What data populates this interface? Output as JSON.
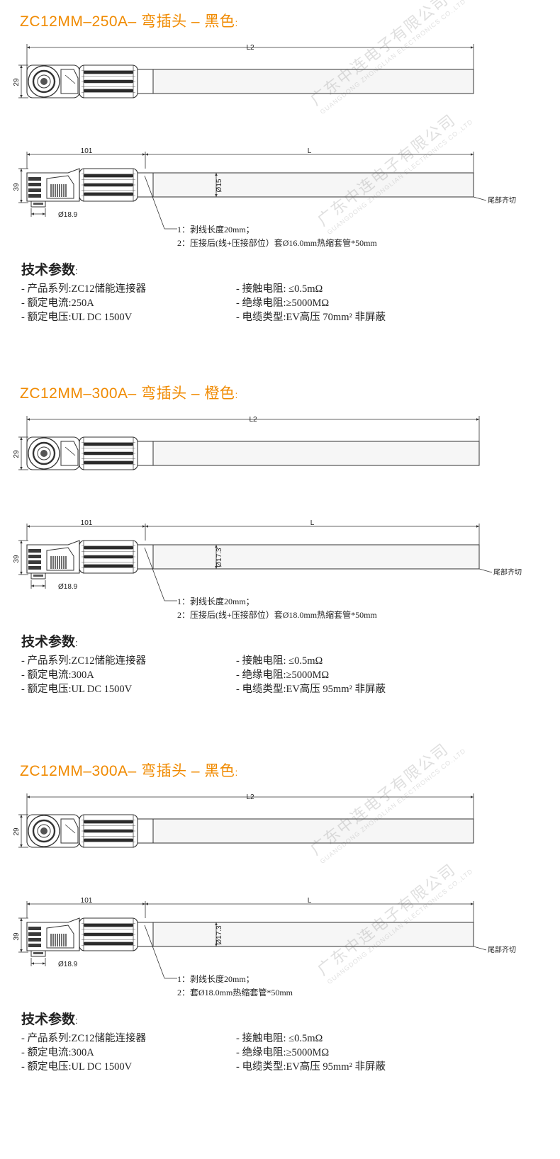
{
  "sections": [
    {
      "title": "ZC12MM–250A–  弯插头  –  黑色",
      "title_colon": ":",
      "dims": {
        "l2": "L2",
        "l": "L",
        "d29": "29",
        "d39": "39",
        "d101": "101",
        "diam_cable": "Ø15",
        "diam_plug": "Ø18.9",
        "tail": "尾部齐切"
      },
      "notes": [
        "1：剥线长度20mm；",
        "2：压接后(线+压接部位）套Ø16.0mm热缩套管*50mm"
      ],
      "spec_title": "技术参数",
      "spec_colon": ":",
      "specs_left": [
        "- 产品系列:ZC12储能连接器",
        "- 额定电流:250A",
        "- 额定电压:UL DC 1500V"
      ],
      "specs_right": [
        "- 接触电阻: ≤0.5mΩ",
        "- 绝缘电阻:≥5000MΩ",
        "- 电缆类型:EV高压 70mm² 非屏蔽"
      ],
      "watermark": true
    },
    {
      "title": "ZC12MM–300A–  弯插头  –  橙色",
      "title_colon": ":",
      "dims": {
        "l2": "L2",
        "l": "L",
        "d29": "29",
        "d39": "39",
        "d101": "101",
        "diam_cable": "Ø17.3",
        "diam_plug": "Ø18.9",
        "tail": "尾部齐切"
      },
      "notes": [
        "1：剥线长度20mm；",
        "2：压接后(线+压接部位）套Ø18.0mm热缩套管*50mm"
      ],
      "spec_title": "技术参数",
      "spec_colon": ":",
      "specs_left": [
        "- 产品系列:ZC12储能连接器",
        "- 额定电流:300A",
        "- 额定电压:UL DC 1500V"
      ],
      "specs_right": [
        "- 接触电阻: ≤0.5mΩ",
        "- 绝缘电阻:≥5000MΩ",
        "- 电缆类型:EV高压 95mm² 非屏蔽"
      ],
      "watermark": false
    },
    {
      "title": "ZC12MM–300A–  弯插头  –  黑色",
      "title_colon": ":",
      "dims": {
        "l2": "L2",
        "l": "L",
        "d29": "29",
        "d39": "39",
        "d101": "101",
        "diam_cable": "Ø17.3",
        "diam_plug": "Ø18.9",
        "tail": "尾部齐切"
      },
      "notes": [
        "1：剥线长度20mm；",
        "2：套Ø18.0mm热缩套管*50mm"
      ],
      "spec_title": "技术参数",
      "spec_colon": ":",
      "specs_left": [
        "- 产品系列:ZC12储能连接器",
        "- 额定电流:300A",
        "- 额定电压:UL DC 1500V"
      ],
      "specs_right": [
        "- 接触电阻: ≤0.5mΩ",
        "- 绝缘电阻:≥5000MΩ",
        "- 电缆类型:EV高压 95mm² 非屏蔽"
      ],
      "watermark": true
    }
  ],
  "watermark_text": {
    "cn": "广东中连电子有限公司",
    "en": "GUANGDONG ZHONGLIAN ELECTRONICS CO.,LTD"
  },
  "colors": {
    "accent": "#f08a00",
    "line": "#333333",
    "cable": "#f4f4f4"
  }
}
